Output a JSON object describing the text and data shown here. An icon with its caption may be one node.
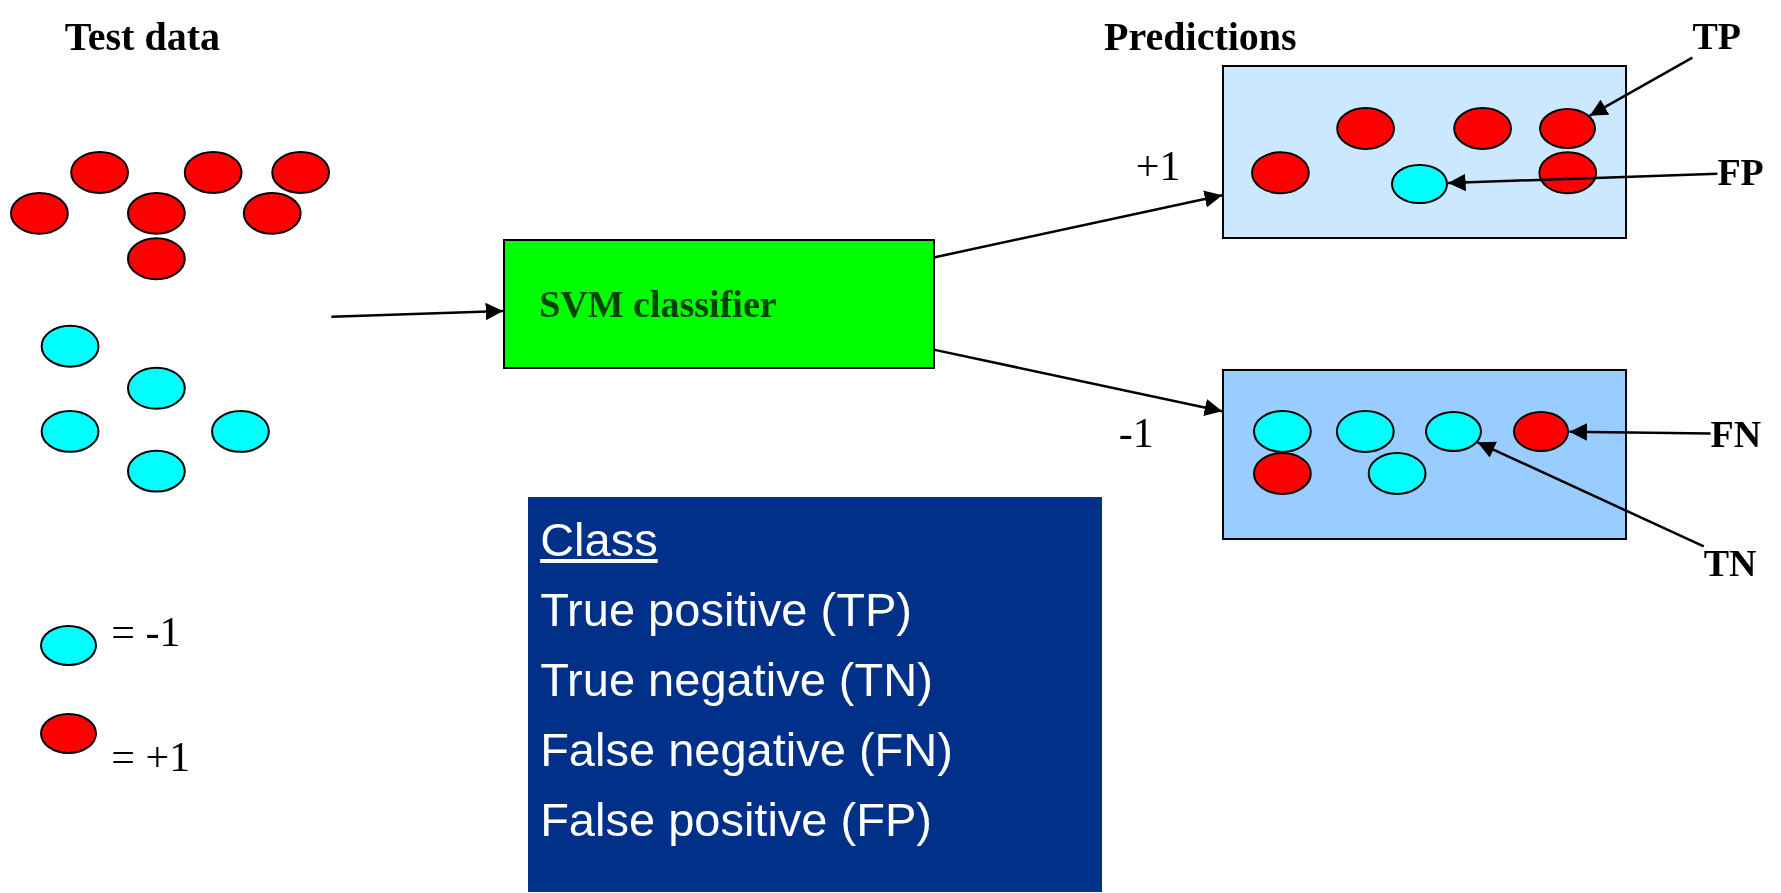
{
  "diagram": {
    "nodes": [
      {
        "text": [
          "Test data"
        ]
      },
      {
        "text": [
          "SVM classifier"
        ]
      },
      {
        "text": [
          "Predictions"
        ]
      },
      {
        "text": [],
        "shape": "box"
      },
      {
        "text": [
          "TP"
        ]
      },
      {
        "text": [],
        "shape": "circle",
        "in": 2
      },
      {
        "text": [
          "FP"
        ]
      },
      {
        "text": [],
        "shape": "circle",
        "in": 2
      },
      {
        "text": [
          "FN"
        ]
      },
      {
        "text": [],
        "shape": "circle",
        "in": 3
      },
      {
        "text": [
          "TN"
        ]
      },
      {
        "text": [],
        "shape": "circle",
        "in": 3
      },
      {
        "text": [
          "Class",
          "True positive (TP)",
          "True negative (TN)",
          "False negative (FN)",
          "False positive (FP)"
        ]
      }
    ],
    "edges": [
      {
        "from": 0,
        "to": 1,
        "arrow": "to"
      },
      {
        "from": 1,
        "to": 2,
        "arrow": "to",
        "label": "+1"
      },
      {
        "from": 1,
        "to": 3,
        "arrow": "to",
        "label": "-1"
      },
      {
        "from": 4,
        "to": 7,
        "arrow": "to"
      },
      {
        "from": 6,
        "to": 5,
        "arrow": "to"
      },
      {
        "from": 8,
        "to": 11,
        "arrow": "to"
      },
      {
        "from": 10,
        "to": 9,
        "arrow": "to"
      }
    ],
    "legend": [
      {
        "text": "= -1",
        "color": "#00ffff"
      },
      {
        "text": "= +1",
        "color": "#ff0000"
      }
    ]
  }
}
